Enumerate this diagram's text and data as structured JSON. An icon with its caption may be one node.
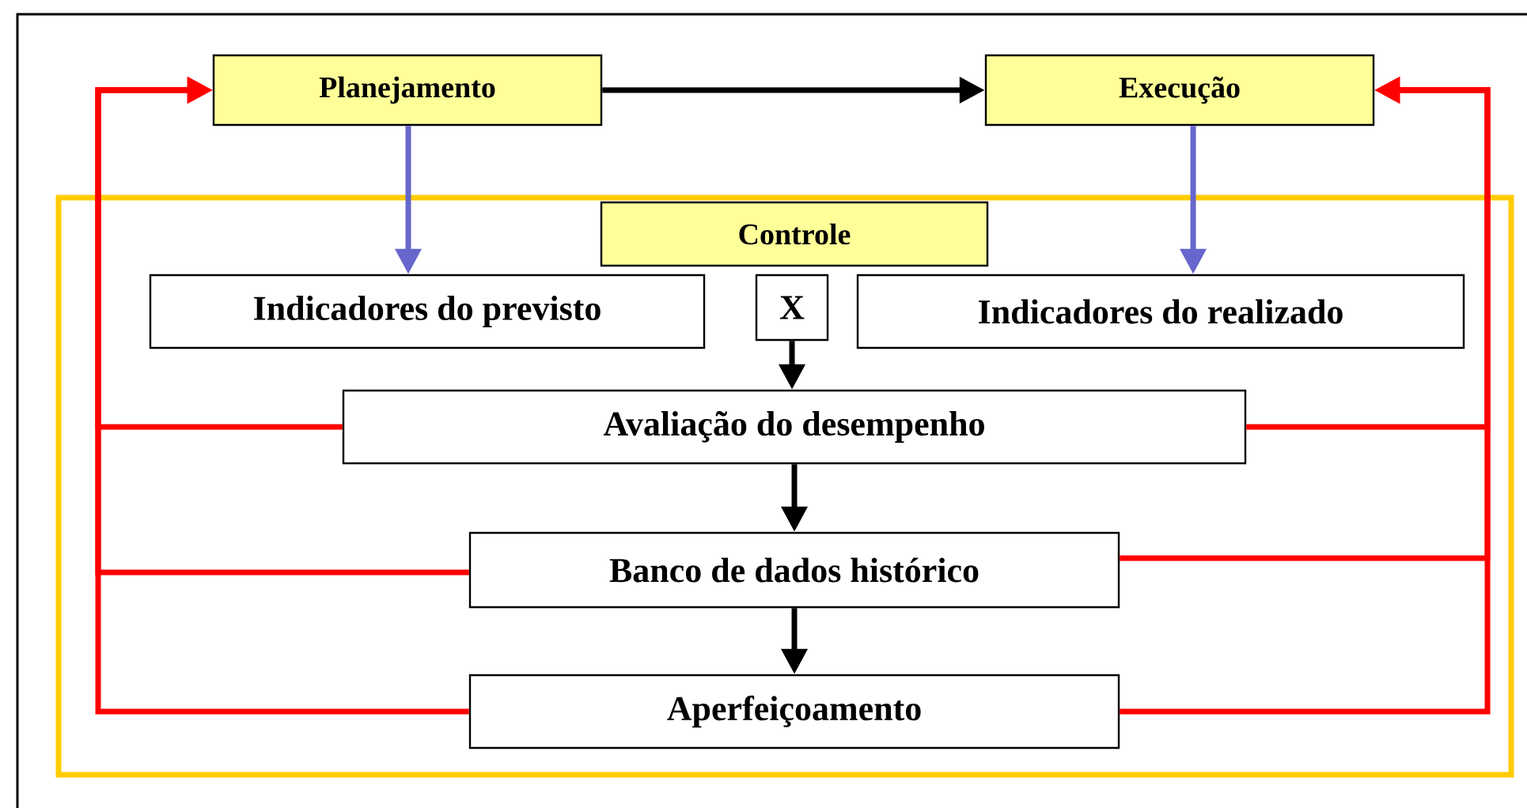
{
  "diagram": {
    "nodes": [
      {
        "text": [
          "Planejamento"
        ]
      },
      {
        "text": [
          "Execução"
        ]
      },
      {
        "text": [],
        "shape": "box"
      },
      {
        "text": [
          "Controle"
        ],
        "in": 2
      },
      {
        "text": [
          "Indicadores do previsto"
        ],
        "in": 2
      },
      {
        "text": [
          "X"
        ],
        "in": 2
      },
      {
        "text": [
          "Indicadores do realizado"
        ],
        "in": 2
      },
      {
        "text": [
          "Avaliação do desempenho"
        ],
        "in": 2
      },
      {
        "text": [
          "Banco de dados histórico"
        ],
        "in": 2
      },
      {
        "text": [
          "Aperfeiçoamento"
        ],
        "in": 2
      }
    ],
    "edges": [
      {
        "from": 0,
        "to": 1,
        "arrow": "to",
        "color": "#000000"
      },
      {
        "from": 0,
        "to": 4,
        "arrow": "to",
        "color": "#6666cc"
      },
      {
        "from": 1,
        "to": 6,
        "arrow": "to",
        "color": "#6666cc"
      },
      {
        "from": 5,
        "to": 7,
        "arrow": "to",
        "color": "#000000"
      },
      {
        "from": 7,
        "to": 8,
        "arrow": "to",
        "color": "#000000"
      },
      {
        "from": 8,
        "to": 9,
        "arrow": "to",
        "color": "#000000"
      },
      {
        "from": 7,
        "to": 0,
        "arrow": "to",
        "color": "#ff0000"
      },
      {
        "from": 8,
        "to": 0,
        "arrow": "to",
        "color": "#ff0000"
      },
      {
        "from": 9,
        "to": 0,
        "arrow": "to",
        "color": "#ff0000"
      },
      {
        "from": 7,
        "to": 1,
        "arrow": "to",
        "color": "#ff0000"
      },
      {
        "from": 8,
        "to": 1,
        "arrow": "to",
        "color": "#ff0000"
      },
      {
        "from": 9,
        "to": 1,
        "arrow": "to",
        "color": "#ff0000"
      }
    ]
  }
}
